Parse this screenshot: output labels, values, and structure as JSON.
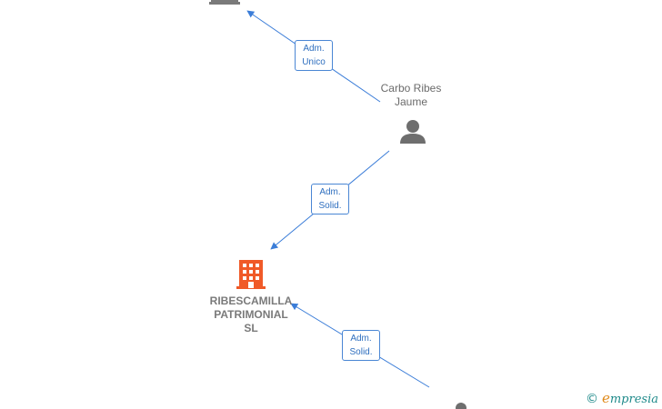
{
  "nodes": {
    "person_top": {
      "name_line1": "Carbo Ribes",
      "name_line2": "Jaume"
    },
    "company_main": {
      "name_line1": "RIBESCAMILLA",
      "name_line2": "PATRIMONIAL",
      "name_line3": "SL"
    }
  },
  "edges": [
    {
      "line1": "Adm.",
      "line2": "Unico"
    },
    {
      "line1": "Adm.",
      "line2": "Solid."
    },
    {
      "line1": "Adm.",
      "line2": "Solid."
    }
  ],
  "watermark": {
    "symbol": "©",
    "brand_initial": "e",
    "brand_rest": "mpresia"
  },
  "colors": {
    "edge": "#3b7dd8",
    "company_icon": "#f05a28",
    "person_icon": "#6e6e6e"
  }
}
